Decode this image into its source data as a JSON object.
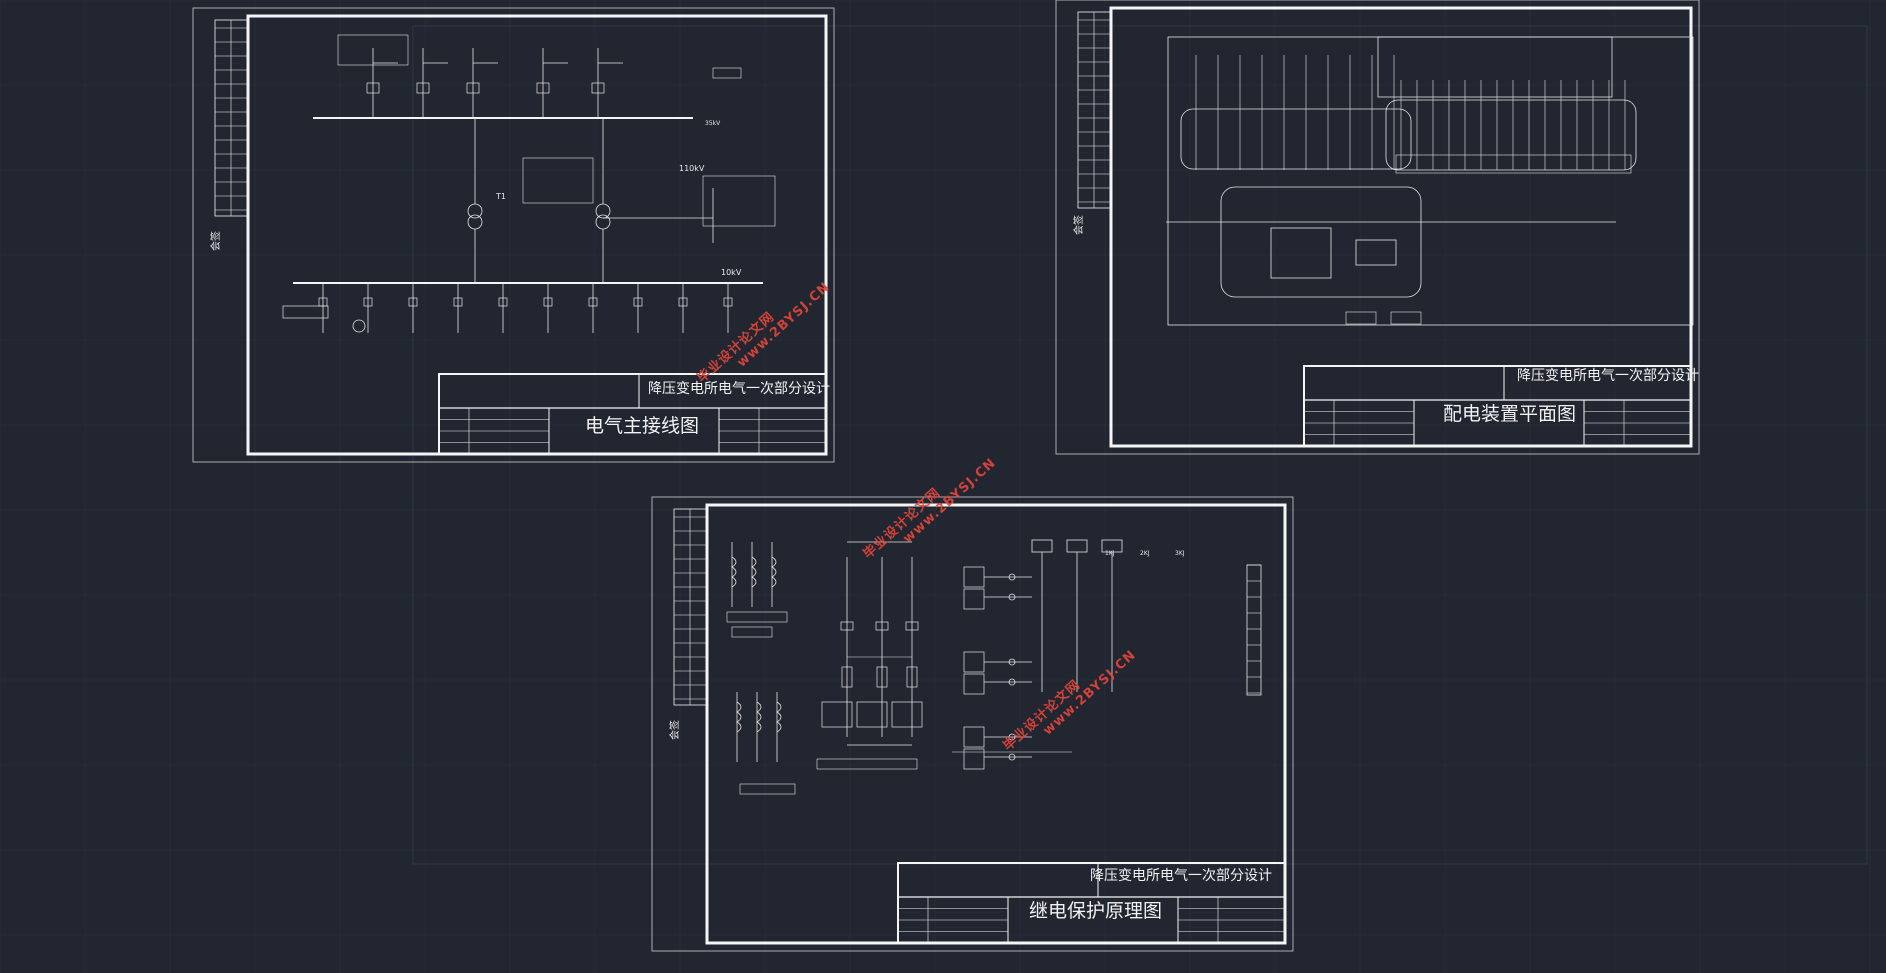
{
  "colors": {
    "background": "#212630",
    "grid": "#2b3341",
    "frame": "#f5f5f5",
    "line": "#e6e6e6",
    "watermark": "#e0453a"
  },
  "sheets": [
    {
      "drawing_title": "电气主接线图",
      "project_title": "降压变电所电气一次部分设计",
      "voltage_hv": "110kV",
      "voltage_lv": "10kV",
      "bus_label": "35kV",
      "transformer": "T1",
      "left_label": "会签"
    },
    {
      "drawing_title": "配电装置平面图",
      "project_title": "降压变电所电气一次部分设计",
      "left_label": "会签"
    },
    {
      "drawing_title": "继电保护原理图",
      "project_title": "降压变电所电气一次部分设计",
      "left_label": "会签",
      "relays": [
        "1KJ",
        "2KJ",
        "3KJ"
      ]
    }
  ],
  "watermarks": [
    {
      "cn": "毕业设计论文网",
      "url": "www.2BYSJ.CN"
    },
    {
      "cn": "毕业设计论文网",
      "url": "www.2BYSJ.CN"
    },
    {
      "cn": "毕业设计论文网",
      "url": "www.2BYSJ.CN"
    }
  ]
}
